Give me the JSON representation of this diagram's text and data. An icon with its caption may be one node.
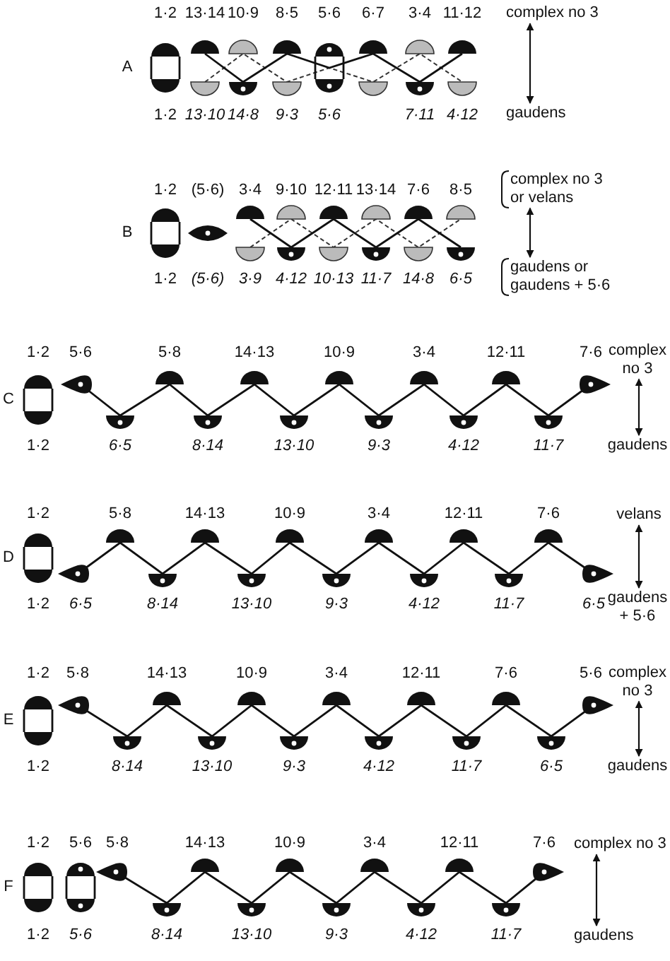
{
  "diagram": {
    "nodes": [
      {
        "text": [
          "complex no 3"
        ]
      },
      {
        "text": [
          "gaudens"
        ]
      },
      {
        "text": [
          "complex no 3 or velans"
        ]
      },
      {
        "text": [
          "gaudens or gaudens + 5·6"
        ]
      },
      {
        "text": [
          "complex no 3"
        ]
      },
      {
        "text": [
          "gaudens"
        ]
      },
      {
        "text": [
          "velans"
        ]
      },
      {
        "text": [
          "gaudens + 5·6"
        ]
      },
      {
        "text": [
          "complex no 3"
        ]
      },
      {
        "text": [
          "gaudens"
        ]
      },
      {
        "text": [
          "complex no 3"
        ]
      },
      {
        "text": [
          "gaudens"
        ]
      }
    ],
    "edges": [
      {
        "from": 0,
        "to": 1,
        "arrow": "both"
      },
      {
        "from": 2,
        "to": 3,
        "arrow": "both"
      },
      {
        "from": 4,
        "to": 5,
        "arrow": "both"
      },
      {
        "from": 6,
        "to": 7,
        "arrow": "both"
      },
      {
        "from": 8,
        "to": 9,
        "arrow": "both"
      },
      {
        "from": 10,
        "to": 11,
        "arrow": "both"
      }
    ],
    "labels": [
      "1·2",
      "13·14",
      "10·9",
      "8·5",
      "5·6",
      "6·7",
      "3·4",
      "11·12",
      "A",
      "1·2",
      "13·10",
      "14·8",
      "9·3",
      "5·6",
      "7·11",
      "4·12",
      "1·2",
      "(5·6)",
      "3·4",
      "9·10",
      "12·11",
      "13·14",
      "7·6",
      "8·5",
      "B",
      "1·2",
      "(5·6)",
      "3·9",
      "4·12",
      "10·13",
      "11·7",
      "14·8",
      "6·5",
      "1·2",
      "5·6",
      "5·8",
      "14·13",
      "10·9",
      "3·4",
      "12·11",
      "7·6",
      "C",
      "1·2",
      "6·5",
      "8·14",
      "13·10",
      "9·3",
      "4·12",
      "11·7",
      "1·2",
      "5·8",
      "14·13",
      "10·9",
      "3·4",
      "12·11",
      "7·6",
      "D",
      "1·2",
      "6·5",
      "8·14",
      "13·10",
      "9·3",
      "4·12",
      "11·7",
      "6·5",
      "1·2",
      "5·8",
      "14·13",
      "10·9",
      "3·4",
      "12·11",
      "7·6",
      "5·6",
      "E",
      "1·2",
      "8·14",
      "13·10",
      "9·3",
      "4·12",
      "11·7",
      "6·5",
      "1·2",
      "5·6",
      "5·8",
      "14·13",
      "10·9",
      "3·4",
      "12·11",
      "7·6",
      "F",
      "1·2",
      "5·6",
      "8·14",
      "13·10",
      "9·3",
      "4·12",
      "11·7"
    ]
  }
}
